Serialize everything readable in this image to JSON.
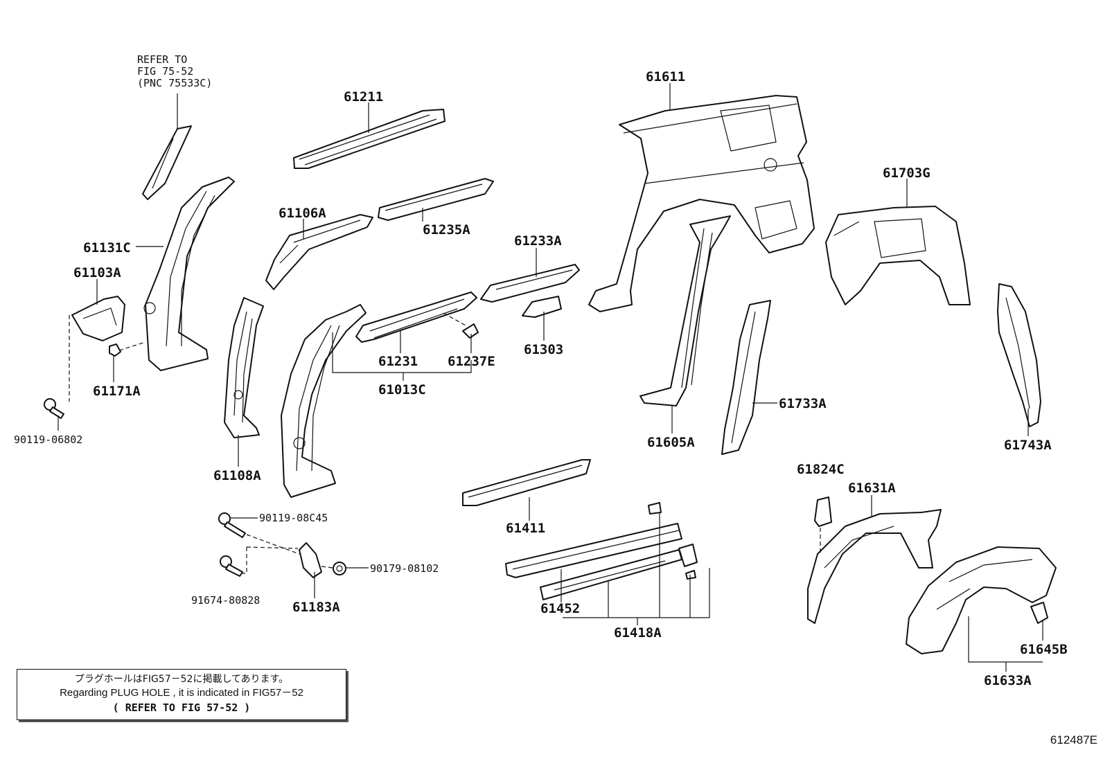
{
  "refer_note": [
    "REFER TO",
    "FIG 75-52",
    "(PNC 75533C)"
  ],
  "parts": {
    "p61211": "61211",
    "p61611": "61611",
    "p61703G": "61703G",
    "p61106A": "61106A",
    "p61235A": "61235A",
    "p61131C": "61131C",
    "p61233A": "61233A",
    "p61103A": "61103A",
    "p61303": "61303",
    "p61231": "61231",
    "p61237E": "61237E",
    "p61013C": "61013C",
    "p61733A": "61733A",
    "p61171A": "61171A",
    "p61605A": "61605A",
    "p61743A": "61743A",
    "p90119_06802": "90119-06802",
    "p61108A": "61108A",
    "p61824C": "61824C",
    "p61631A": "61631A",
    "p90119_08C45": "90119-08C45",
    "p61411": "61411",
    "p90179_08102": "90179-08102",
    "p91674_80828": "91674-80828",
    "p61183A": "61183A",
    "p61452": "61452",
    "p61418A": "61418A",
    "p61645B": "61645B",
    "p61633A": "61633A"
  },
  "note": {
    "jp": "プラグホールはFIG57－52に掲載してあります。",
    "en": "Regarding PLUG HOLE , it is indicated in FIG57－52",
    "ref": "(    REFER TO FIG 57-52       )"
  },
  "figure_id": "612487E"
}
